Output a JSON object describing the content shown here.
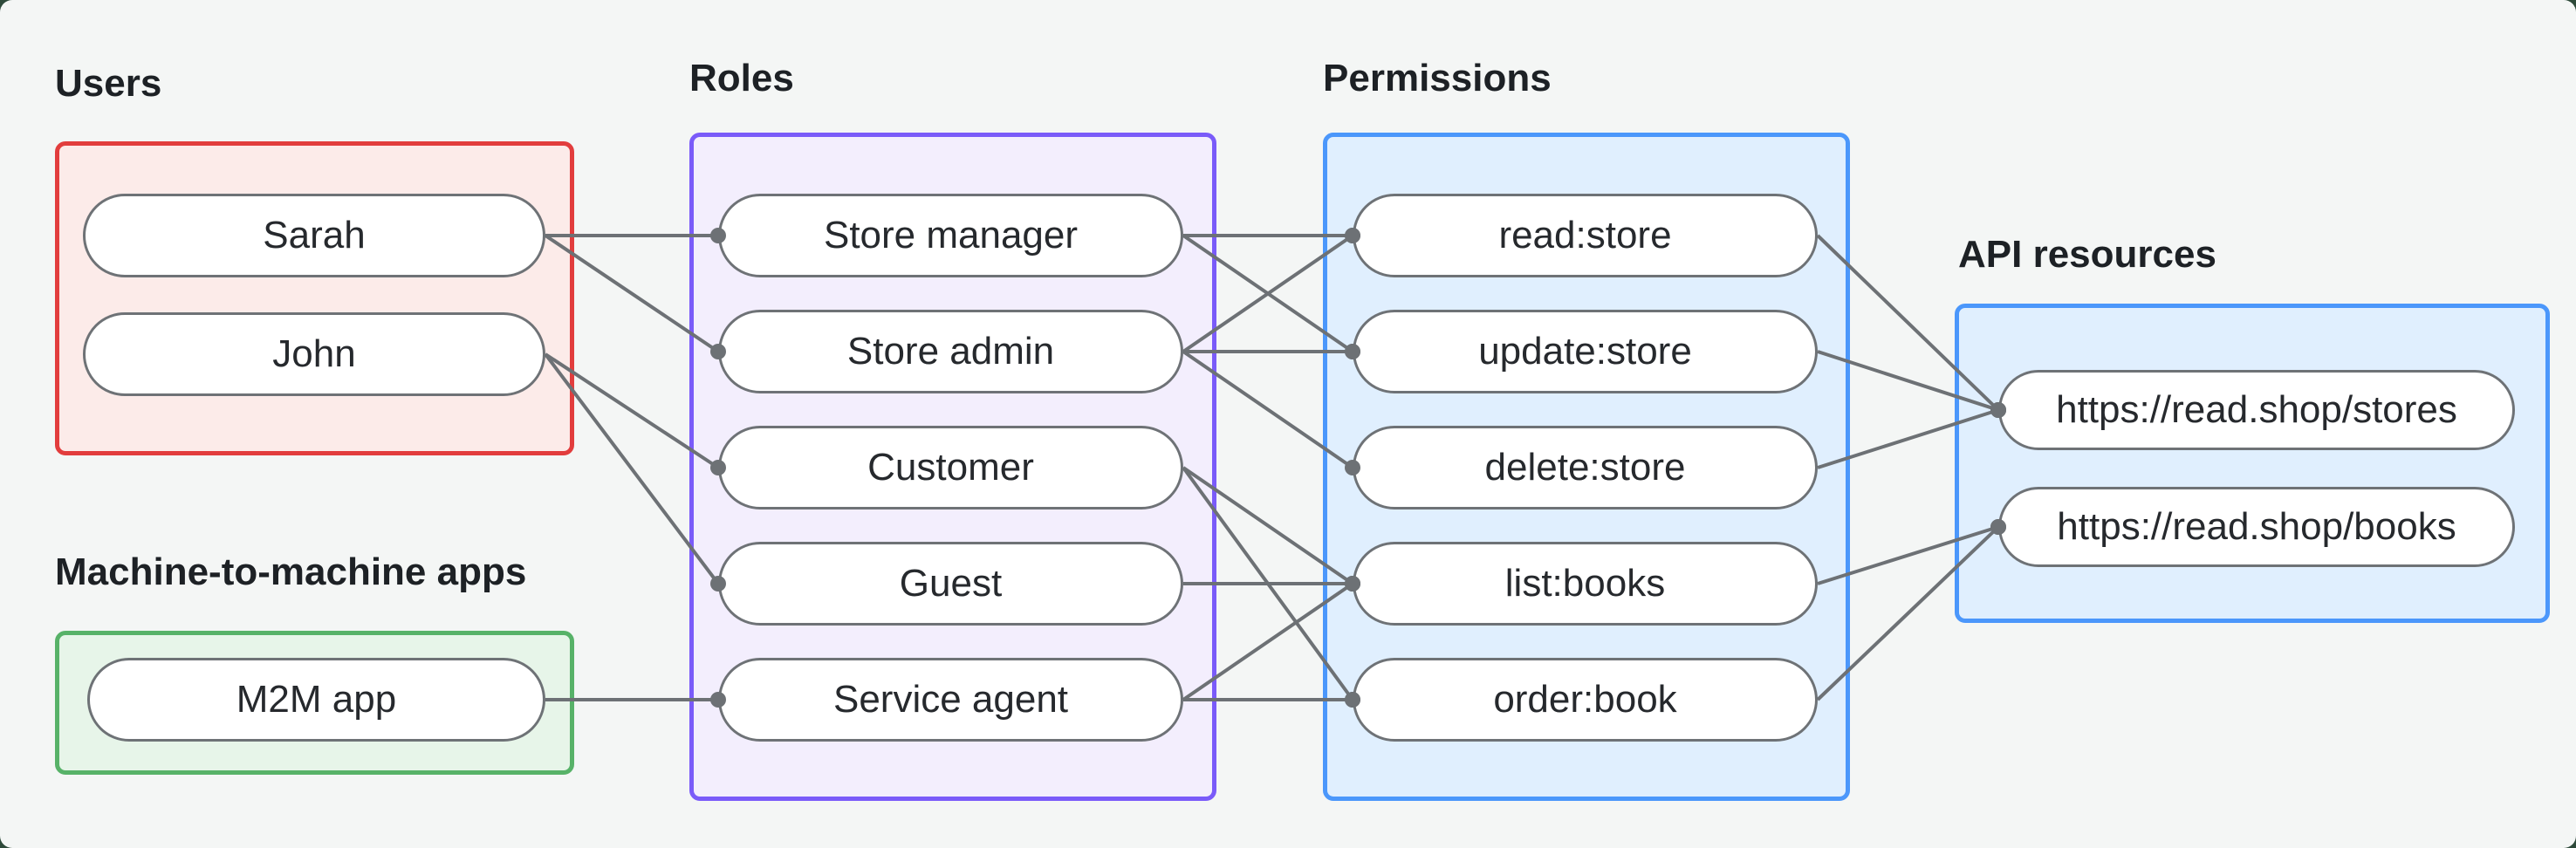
{
  "page": {
    "background_outside": "#2e4a3a",
    "canvas_background": "#f4f6f5"
  },
  "colors": {
    "edge": "#6d7175",
    "node_border": "#6e7276",
    "node_fill": "#ffffff",
    "text": "#26292d",
    "label_text": "#1d2125"
  },
  "groups": {
    "users": {
      "label": "Users",
      "border": "#e23d3d",
      "fill": "#fcebe9"
    },
    "m2m": {
      "label": "Machine-to-machine apps",
      "border": "#57b268",
      "fill": "#e7f5e9"
    },
    "roles": {
      "label": "Roles",
      "border": "#7a5bf9",
      "fill": "#f3eefd"
    },
    "permissions": {
      "label": "Permissions",
      "border": "#4b97fb",
      "fill": "#e0effe"
    },
    "api": {
      "label": "API resources",
      "border": "#4b97fb",
      "fill": "#e0effe"
    }
  },
  "nodes": {
    "sarah": "Sarah",
    "john": "John",
    "m2m_app": "M2M app",
    "store_manager": "Store manager",
    "store_admin": "Store admin",
    "customer": "Customer",
    "guest": "Guest",
    "service_agent": "Service agent",
    "read_store": "read:store",
    "update_store": "update:store",
    "delete_store": "delete:store",
    "list_books": "list:books",
    "order_book": "order:book",
    "stores": "https://read.shop/stores",
    "books": "https://read.shop/books"
  },
  "edges": [
    {
      "from": "sarah",
      "to": "store_manager"
    },
    {
      "from": "sarah",
      "to": "store_admin"
    },
    {
      "from": "john",
      "to": "customer"
    },
    {
      "from": "john",
      "to": "guest"
    },
    {
      "from": "m2m_app",
      "to": "service_agent"
    },
    {
      "from": "store_manager",
      "to": "read_store"
    },
    {
      "from": "store_manager",
      "to": "update_store"
    },
    {
      "from": "store_admin",
      "to": "read_store"
    },
    {
      "from": "store_admin",
      "to": "update_store"
    },
    {
      "from": "store_admin",
      "to": "delete_store"
    },
    {
      "from": "customer",
      "to": "list_books"
    },
    {
      "from": "customer",
      "to": "order_book"
    },
    {
      "from": "guest",
      "to": "list_books"
    },
    {
      "from": "service_agent",
      "to": "list_books"
    },
    {
      "from": "service_agent",
      "to": "order_book"
    },
    {
      "from": "read_store",
      "to": "stores"
    },
    {
      "from": "update_store",
      "to": "stores"
    },
    {
      "from": "delete_store",
      "to": "stores"
    },
    {
      "from": "list_books",
      "to": "books"
    },
    {
      "from": "order_book",
      "to": "books"
    }
  ]
}
